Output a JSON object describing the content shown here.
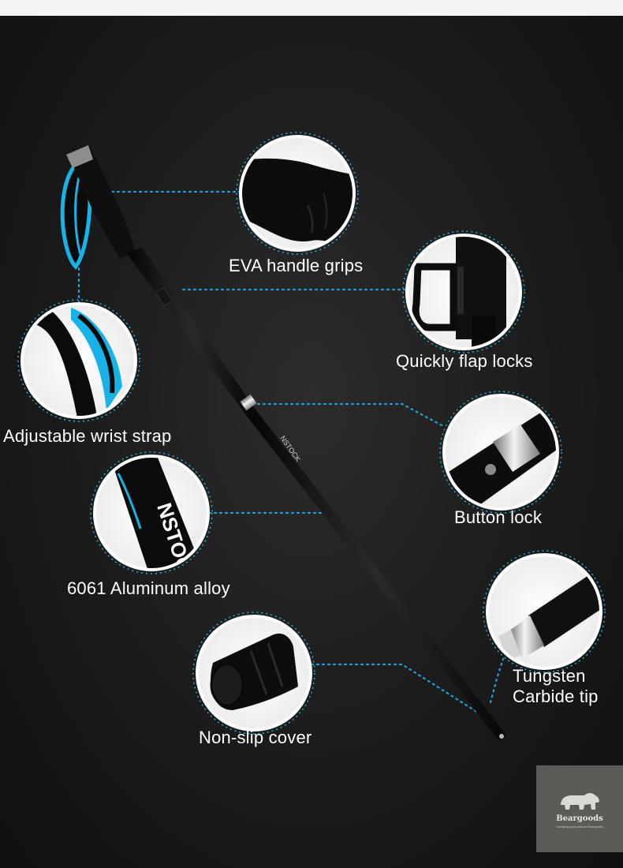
{
  "callouts": {
    "eva_grip": "EVA handle grips",
    "flap_locks": "Quickly flap locks",
    "wrist_strap": "Adjustable wrist strap",
    "button_lock": "Button lock",
    "aluminum": "6061 Aluminum alloy",
    "tungsten_line1": "Tungsten",
    "tungsten_line2": "Carbide tip",
    "non_slip": "Non-slip cover"
  },
  "pole_print": "NSTOCK",
  "watermark": {
    "name": "Beargoods",
    "tagline": "Camping and outdoor Beargoods"
  },
  "colors": {
    "accent": "#17b3e8",
    "circle_ring": "#ffffff",
    "dotted_line": "#1e9fd8",
    "background": "#1b1b1b"
  },
  "icons": [
    "bear-logo-icon"
  ]
}
